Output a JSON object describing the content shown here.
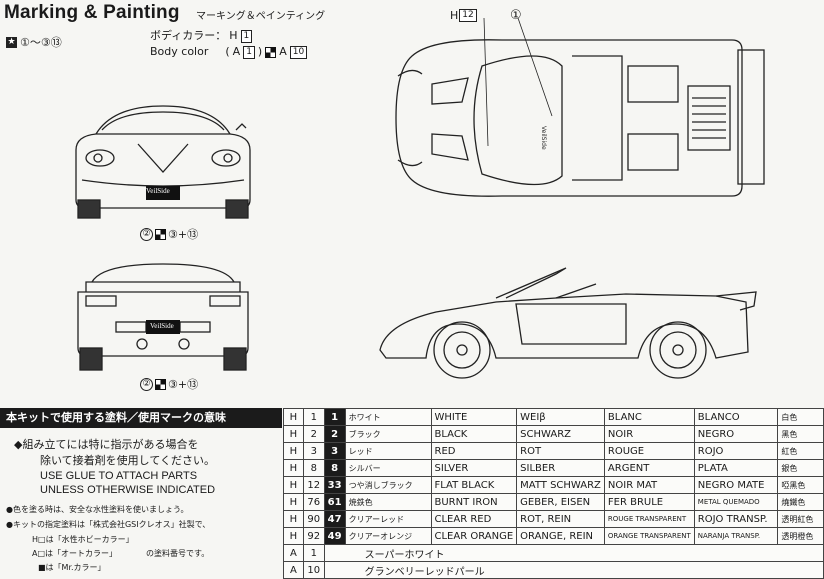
{
  "header": {
    "title": "Marking & Painting",
    "subtitle": "マーキング＆ペインティング",
    "steps": "①～③⑬",
    "body_color_jp": "ボディカラー：",
    "body_color_en": "Body color",
    "body_code_h": "H",
    "body_code_h_num": "1",
    "body_code_a": "A",
    "body_code_a_num": "1",
    "body_code_a2": "A",
    "body_code_a2_num": "10"
  },
  "top_view": {
    "h_label": "H",
    "h_num": "12",
    "marker": "①",
    "side_text": "VeilSide"
  },
  "front_view": {
    "plate": "VeilSide",
    "caption_a": "②",
    "caption_b": "③+⑬"
  },
  "rear_view": {
    "plate": "VeilSide",
    "caption_a": "②",
    "caption_b": "③+⑬"
  },
  "info": {
    "heading": "本キットで使用する塗料／使用マークの意味",
    "line1": "◆組み立てには特に指示がある場合を",
    "line2": "除いて接着剤を使用してください。",
    "line3": "USE GLUE TO ATTACH PARTS",
    "line4": "UNLESS OTHERWISE INDICATED",
    "note1": "●色を塗る時は、安全な水性塗料を使いましょう。",
    "note2": "●キットの指定塗料は「株式会社GSIクレオス」社製で、",
    "note3": "H□は「水性ホビーカラー」",
    "note4": "A□は「オートカラー」",
    "note5": "■は「Mr.カラー」",
    "note6": "の塗料番号です。"
  },
  "paint_table": [
    {
      "h": "H",
      "hn": "1",
      "mr": "1",
      "jp": "ホワイト",
      "en": "WHITE",
      "de": "WEIβ",
      "fr": "BLANC",
      "es": "BLANCO",
      "cn": "白色"
    },
    {
      "h": "H",
      "hn": "2",
      "mr": "2",
      "jp": "ブラック",
      "en": "BLACK",
      "de": "SCHWARZ",
      "fr": "NOIR",
      "es": "NEGRO",
      "cn": "黑色"
    },
    {
      "h": "H",
      "hn": "3",
      "mr": "3",
      "jp": "レッド",
      "en": "RED",
      "de": "ROT",
      "fr": "ROUGE",
      "es": "ROJO",
      "cn": "紅色"
    },
    {
      "h": "H",
      "hn": "8",
      "mr": "8",
      "jp": "シルバー",
      "en": "SILVER",
      "de": "SILBER",
      "fr": "ARGENT",
      "es": "PLATA",
      "cn": "銀色"
    },
    {
      "h": "H",
      "hn": "12",
      "mr": "33",
      "jp": "つや消しブラック",
      "en": "FLAT BLACK",
      "de": "MATT SCHWARZ",
      "fr": "NOIR MAT",
      "es": "NEGRO MATE",
      "cn": "啞黑色"
    },
    {
      "h": "H",
      "hn": "76",
      "mr": "61",
      "jp": "焼鉄色",
      "en": "BURNT IRON",
      "de": "GEBER, EISEN",
      "fr": "FER BRULE",
      "es": "METAL QUEMADO",
      "cn": "燒鐵色"
    },
    {
      "h": "H",
      "hn": "90",
      "mr": "47",
      "jp": "クリアーレッド",
      "en": "CLEAR RED",
      "de": "ROT, REIN",
      "fr": "ROUGE TRANSPARENT",
      "es": "ROJO TRANSP.",
      "cn": "透明紅色"
    },
    {
      "h": "H",
      "hn": "92",
      "mr": "49",
      "jp": "クリアーオレンジ",
      "en": "CLEAR ORANGE",
      "de": "ORANGE, REIN",
      "fr": "ORANGE TRANSPARENT",
      "es": "NARANJA TRANSP.",
      "cn": "透明橙色"
    }
  ],
  "paint_table_a": [
    {
      "h": "A",
      "hn": "1",
      "jp": "スーパーホワイト"
    },
    {
      "h": "A",
      "hn": "10",
      "jp": "グランベリーレッドパール"
    }
  ]
}
